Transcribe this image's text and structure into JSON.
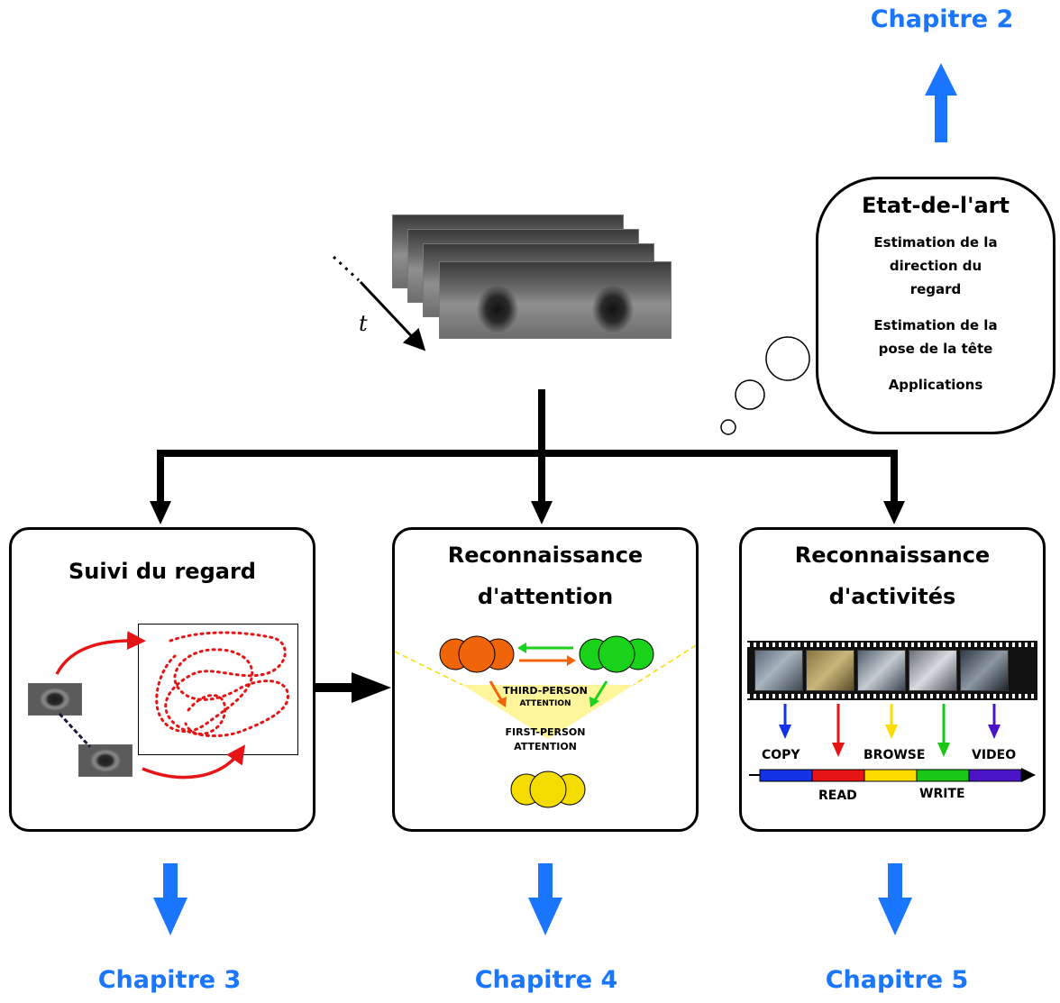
{
  "chapters": {
    "top": "Chapitre 2",
    "left": "Chapitre 3",
    "middle": "Chapitre 4",
    "right": "Chapitre 5"
  },
  "time_label": "t",
  "state_of_art": {
    "title": "Etat-de-l'art",
    "items": [
      "Estimation de la direction du regard",
      "Estimation de la pose de la tête",
      "Applications"
    ]
  },
  "boxes": {
    "gaze": {
      "title": "Suivi du regard"
    },
    "attention": {
      "title_line1": "Reconnaissance",
      "title_line2": "d'attention",
      "third_person_line1": "THIRD-PERSON",
      "third_person_line2": "ATTENTION",
      "first_person_line1": "FIRST-PERSON",
      "first_person_line2": "ATTENTION"
    },
    "activities": {
      "title_line1": "Reconnaissance",
      "title_line2": "d'activités",
      "activities": [
        "COPY",
        "READ",
        "BROWSE",
        "WRITE",
        "VIDEO"
      ]
    }
  },
  "colors": {
    "chapter_blue": "#1a75ff",
    "copy": "#1432e6",
    "read": "#e61414",
    "browse": "#ffdc00",
    "write": "#19c814",
    "video": "#4b14c8",
    "orange": "#f0640a",
    "green": "#19d219",
    "yellow": "#f5dc00"
  }
}
